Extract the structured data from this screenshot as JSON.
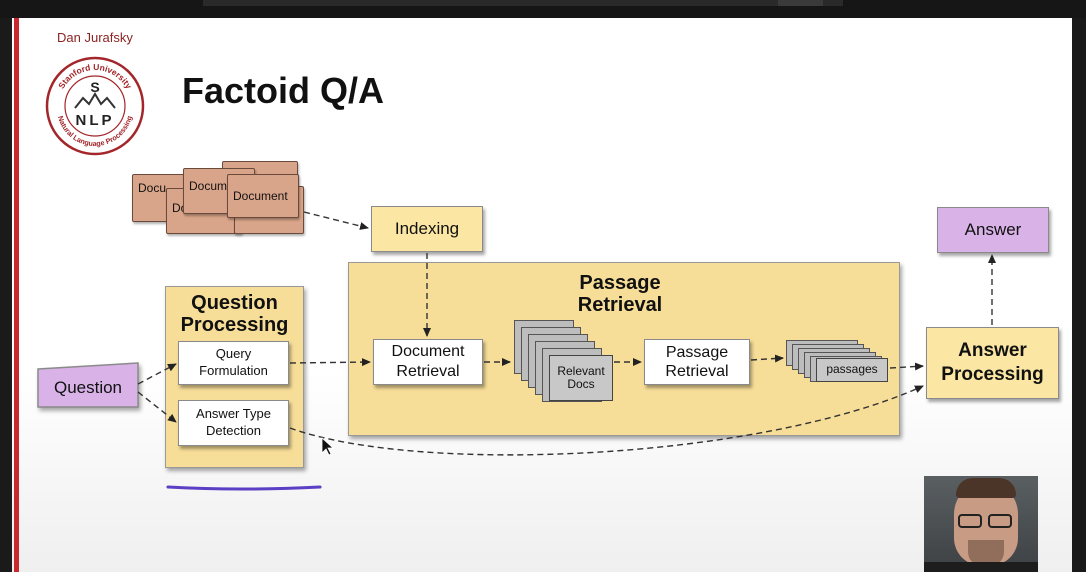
{
  "slide": {
    "author": "Dan Jurafsky",
    "title": "Factoid Q/A",
    "logo": {
      "arc_top": "Stanford University",
      "arc_bottom": "Natural Language Processing",
      "letter_s": "S",
      "letters_nlp": "NLP"
    }
  },
  "diagram": {
    "documents": [
      "Docu",
      "Docum",
      "Document",
      "Do"
    ],
    "indexing": "Indexing",
    "answer": "Answer",
    "question": "Question",
    "question_processing": {
      "title_line1": "Question",
      "title_line2": "Processing",
      "query_formulation_line1": "Query",
      "query_formulation_line2": "Formulation",
      "answer_type_line1": "Answer Type",
      "answer_type_line2": "Detection"
    },
    "passage_retrieval": {
      "title_line1": "Passage",
      "title_line2": "Retrieval",
      "document_retrieval_line1": "Document",
      "document_retrieval_line2": "Retrieval",
      "relevant_docs_line1": "Relevant",
      "relevant_docs_line2": "Docs",
      "passage_retrieval_line1": "Passage",
      "passage_retrieval_line2": "Retrieval",
      "passages": "passages"
    },
    "answer_processing": {
      "line1": "Answer",
      "line2": "Processing"
    }
  },
  "colors": {
    "stage_fill": "#f6dd98",
    "io_fill": "#d9b3e8",
    "document_fill": "#d9a58a",
    "accent_red": "#c8292e",
    "annotation_underline": "#5b3fc4"
  }
}
